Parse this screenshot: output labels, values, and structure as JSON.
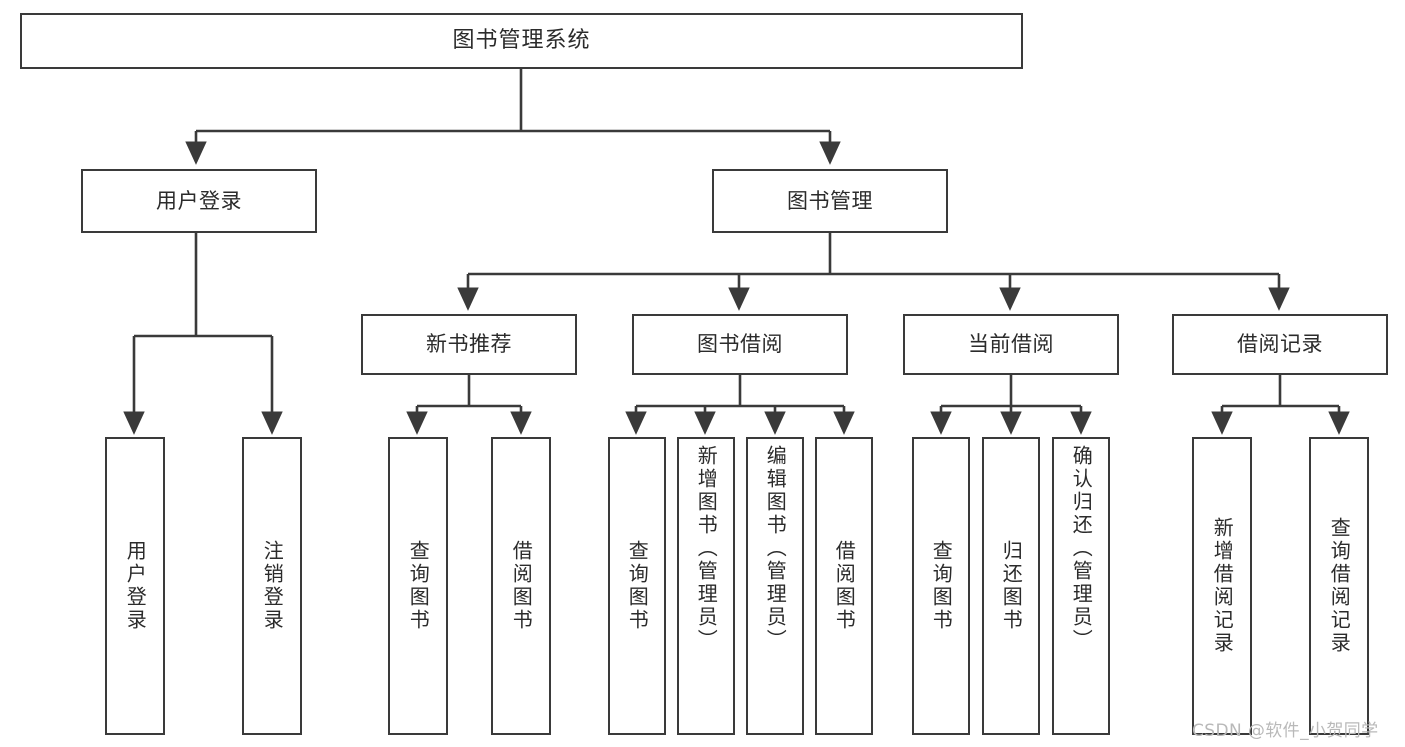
{
  "diagram": {
    "title": "图书管理系统",
    "type": "功能结构图",
    "colors": {
      "box_border": "#3a3a3a",
      "box_fill": "#ffffff",
      "edge": "#3a3a3a",
      "text": "#2b2b2b",
      "watermark": "#b9b9b9",
      "background": "#ffffff"
    },
    "nodes": {
      "root": {
        "label": "图书管理系统"
      },
      "level2": [
        {
          "id": "user-login",
          "label": "用户登录"
        },
        {
          "id": "book-manage",
          "label": "图书管理"
        }
      ],
      "level3": [
        {
          "id": "new-book-recommend",
          "label": "新书推荐"
        },
        {
          "id": "book-borrow",
          "label": "图书借阅"
        },
        {
          "id": "current-borrow",
          "label": "当前借阅"
        },
        {
          "id": "borrow-record",
          "label": "借阅记录"
        }
      ],
      "leaves": {
        "user-login": [
          {
            "id": "leaf-user-login",
            "label": "用户登录"
          },
          {
            "id": "leaf-user-logout",
            "label": "注销登录"
          }
        ],
        "new-book-recommend": [
          {
            "id": "leaf-query-book-1",
            "label": "查询图书"
          },
          {
            "id": "leaf-borrow-book-1",
            "label": "借阅图书"
          }
        ],
        "book-borrow": [
          {
            "id": "leaf-query-book-2",
            "label": "查询图书"
          },
          {
            "id": "leaf-add-book",
            "label": "新增图书（管理员）"
          },
          {
            "id": "leaf-edit-book",
            "label": "编辑图书（管理员）"
          },
          {
            "id": "leaf-borrow-book-2",
            "label": "借阅图书"
          }
        ],
        "current-borrow": [
          {
            "id": "leaf-query-book-3",
            "label": "查询图书"
          },
          {
            "id": "leaf-return-book",
            "label": "归还图书"
          },
          {
            "id": "leaf-confirm-return",
            "label": "确认归还（管理员）"
          }
        ],
        "borrow-record": [
          {
            "id": "leaf-add-record",
            "label": "新增借阅记录"
          },
          {
            "id": "leaf-query-record",
            "label": "查询借阅记录"
          }
        ]
      }
    },
    "watermark": "CSDN @软件_小贺同学"
  }
}
